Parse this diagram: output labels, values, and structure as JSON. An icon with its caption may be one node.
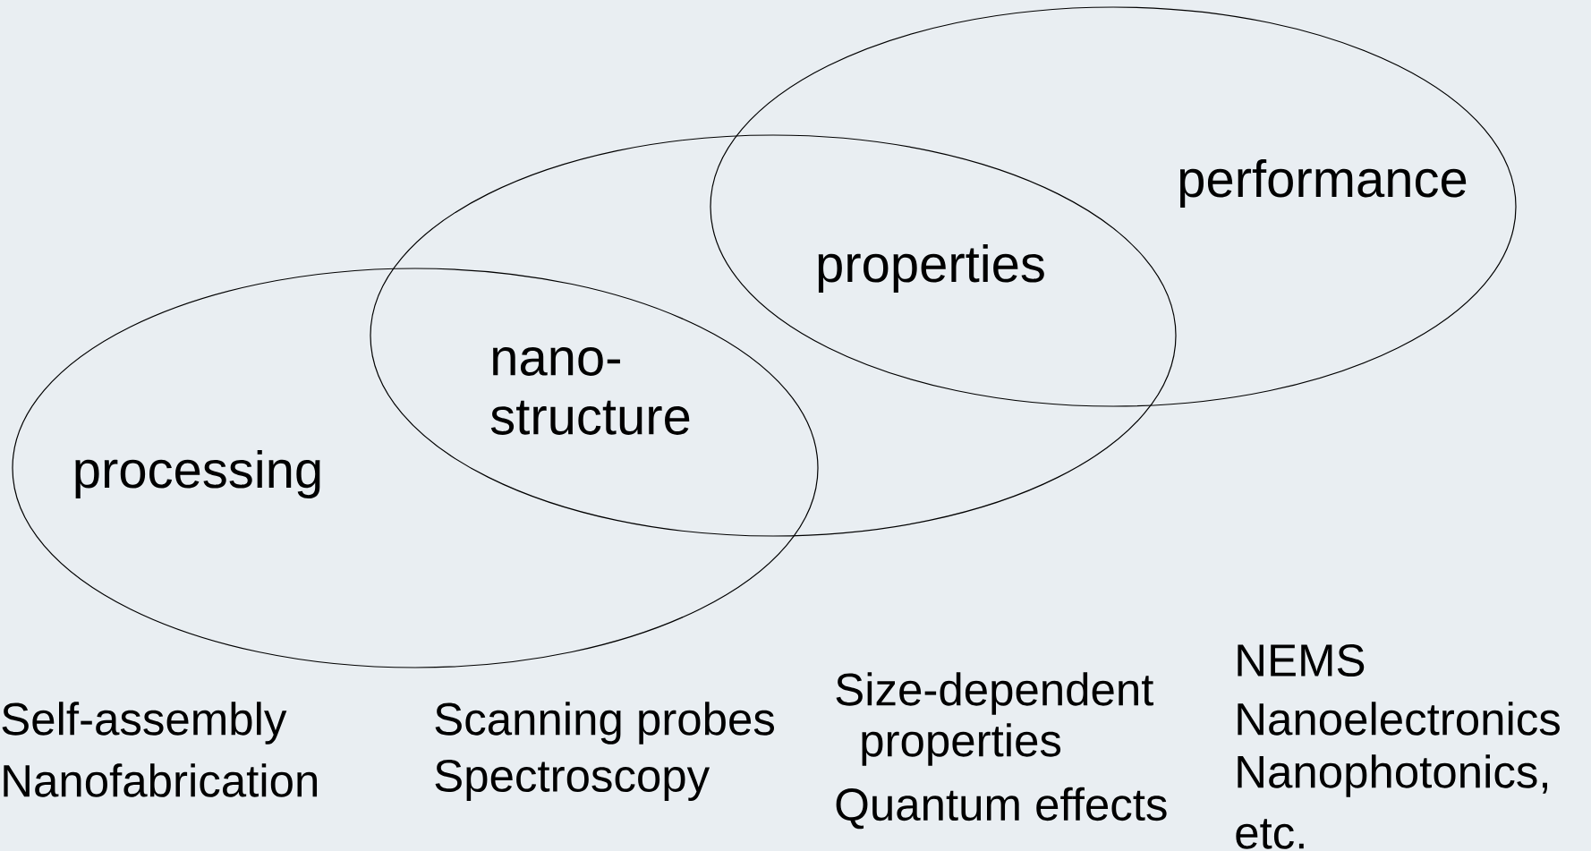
{
  "diagram": {
    "nodes": [
      {
        "text": [],
        "shape": "ellipse"
      },
      {
        "text": [],
        "shape": "ellipse"
      },
      {
        "text": [],
        "shape": "ellipse"
      }
    ],
    "edges": [],
    "labels": [
      "performance",
      "properties",
      "nano- structure",
      "processing",
      "Self-assembly",
      "Nanofabrication",
      "Scanning probes",
      "Spectroscopy",
      "Size-dependent properties",
      "Quantum effects",
      "NEMS",
      "Nanoelectronics",
      "Nanophotonics,",
      "etc."
    ]
  }
}
